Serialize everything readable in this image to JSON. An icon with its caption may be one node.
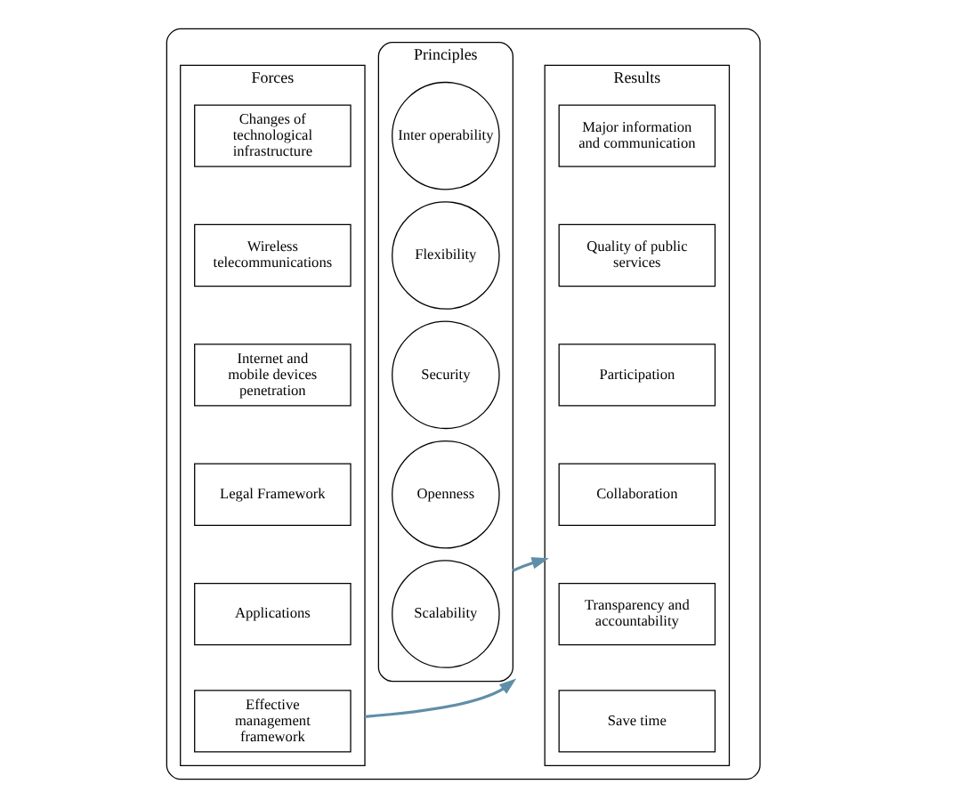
{
  "diagram": {
    "nodes": [
      {
        "text": [],
        "shape": "box"
      },
      {
        "text": [
          "Forces"
        ],
        "in": 0
      },
      {
        "text": [
          "Changes of technological infrastructure"
        ],
        "in": 1
      },
      {
        "text": [
          "Wireless telecommunications"
        ],
        "in": 1
      },
      {
        "text": [
          "Internet and mobile devices penetration"
        ],
        "in": 1
      },
      {
        "text": [
          "Legal Framework"
        ],
        "in": 1
      },
      {
        "text": [
          "Applications"
        ],
        "in": 1
      },
      {
        "text": [
          "Effective management framework"
        ],
        "in": 1
      },
      {
        "text": [
          "Principles"
        ],
        "in": 0
      },
      {
        "text": [
          "Inter operability"
        ],
        "in": 8
      },
      {
        "text": [
          "Flexibility"
        ],
        "in": 8
      },
      {
        "text": [
          "Security"
        ],
        "in": 8
      },
      {
        "text": [
          "Openness"
        ],
        "in": 8
      },
      {
        "text": [
          "Scalability"
        ],
        "in": 8
      },
      {
        "text": [
          "Results"
        ],
        "in": 0
      },
      {
        "text": [
          "Major information and communication"
        ],
        "in": 14
      },
      {
        "text": [
          "Quality of public services"
        ],
        "in": 14
      },
      {
        "text": [
          "Participation"
        ],
        "in": 14
      },
      {
        "text": [
          "Collaboration"
        ],
        "in": 14
      },
      {
        "text": [
          "Transparency and accountability"
        ],
        "in": 14
      },
      {
        "text": [
          "Save time"
        ],
        "in": 14
      }
    ],
    "edges": [
      {
        "from": 1,
        "to": 8,
        "arrow": "to"
      },
      {
        "from": 8,
        "to": 14,
        "arrow": "to"
      }
    ]
  }
}
